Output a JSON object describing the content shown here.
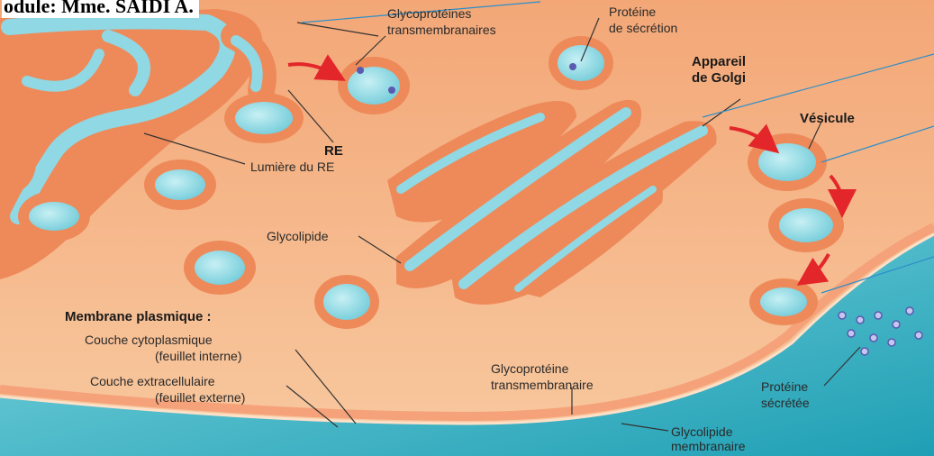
{
  "header": {
    "text": "odule: Mme. SAIDI A."
  },
  "labels": {
    "glycoproteines_tm": [
      "Glycoprotéines",
      "transmembranaires"
    ],
    "proteine_secretion": [
      "Protéine",
      "de sécrétion"
    ],
    "appareil_golgi": [
      "Appareil",
      "de Golgi"
    ],
    "vesicule": "Vésicule",
    "re": "RE",
    "lumiere_re": "Lumière du RE",
    "glycolipide": "Glycolipide",
    "membrane_plasmique": "Membrane plasmique :",
    "couche_cyto": [
      "Couche cytoplasmique",
      "(feuillet interne)"
    ],
    "couche_extra": [
      "Couche extracellulaire",
      "(feuillet externe)"
    ],
    "glycoproteine_tm": [
      "Glycoprotéine",
      "transmembranaire"
    ],
    "proteine_secretee": [
      "Protéine",
      "sécrétée"
    ],
    "glycolipide_membranaire": [
      "Glycolipide",
      "membranaire"
    ]
  },
  "colors": {
    "cytoplasm": "#f6b98a",
    "membrane": "#ee8a5a",
    "lumen": "#8fd8e4",
    "extracellular": "#3fb3c4",
    "arrow": "#e3262a",
    "protein": "#5a5ab0"
  }
}
